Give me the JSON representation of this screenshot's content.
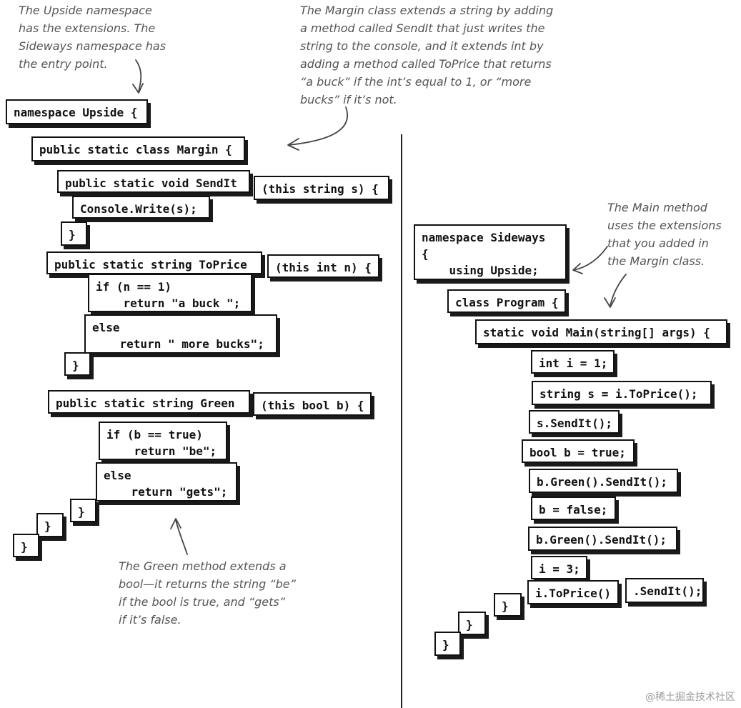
{
  "notes": {
    "upside": "The Upside namespace\nhas the extensions. The\nSideways namespace has\nthe entry point.",
    "margin": "The Margin class extends a string by adding\na method called SendIt that just writes the\nstring to the console, and it extends int by\nadding a method called ToPrice that returns\n“a buck” if the int’s equal to 1, or “more\nbucks” if it’s not.",
    "main": "The Main method\nuses the extensions\nthat you added in\nthe Margin class.",
    "green": "The Green method extends a\nbool—it returns the string “be”\nif the bool is true, and “gets”\nif it’s false."
  },
  "upside_code": {
    "namespace": "namespace Upside {",
    "class_decl": "public static class Margin {",
    "sendit_sig": "public static void SendIt",
    "sendit_param": "(this string s) {",
    "console_write": "Console.Write(s);",
    "sendit_close": "}",
    "toprice_sig": "public static string ToPrice",
    "toprice_param": "(this int n) {",
    "toprice_if": "if (n == 1)\n    return \"a buck \";",
    "toprice_else": "else\n    return \" more bucks\";",
    "toprice_close": "}",
    "green_sig": "public static string Green",
    "green_param": "(this bool b) {",
    "green_if": "if (b == true)\n    return \"be\";",
    "green_else": "else\n    return \"gets\";",
    "green_close": "}",
    "class_close": "}",
    "namespace_close": "}"
  },
  "sideways_code": {
    "namespace": "namespace Sideways\n{\n    using Upside;",
    "class_decl": "class Program {",
    "main_sig": "static void Main(string[] args) {",
    "line_int": "int i = 1;",
    "line_string": "string s = i.ToPrice();",
    "line_sendit": "s.SendIt();",
    "line_bool": "bool b = true;",
    "line_green1": "b.Green().SendIt();",
    "line_false": "b = false;",
    "line_green2": "b.Green().SendIt();",
    "line_i3": "i = 3;",
    "line_toprice": "i.ToPrice()",
    "line_sendit2": ".SendIt();",
    "main_close": "}",
    "class_close": "}",
    "namespace_close": "}"
  },
  "watermark": "@稀土掘金技术社区"
}
